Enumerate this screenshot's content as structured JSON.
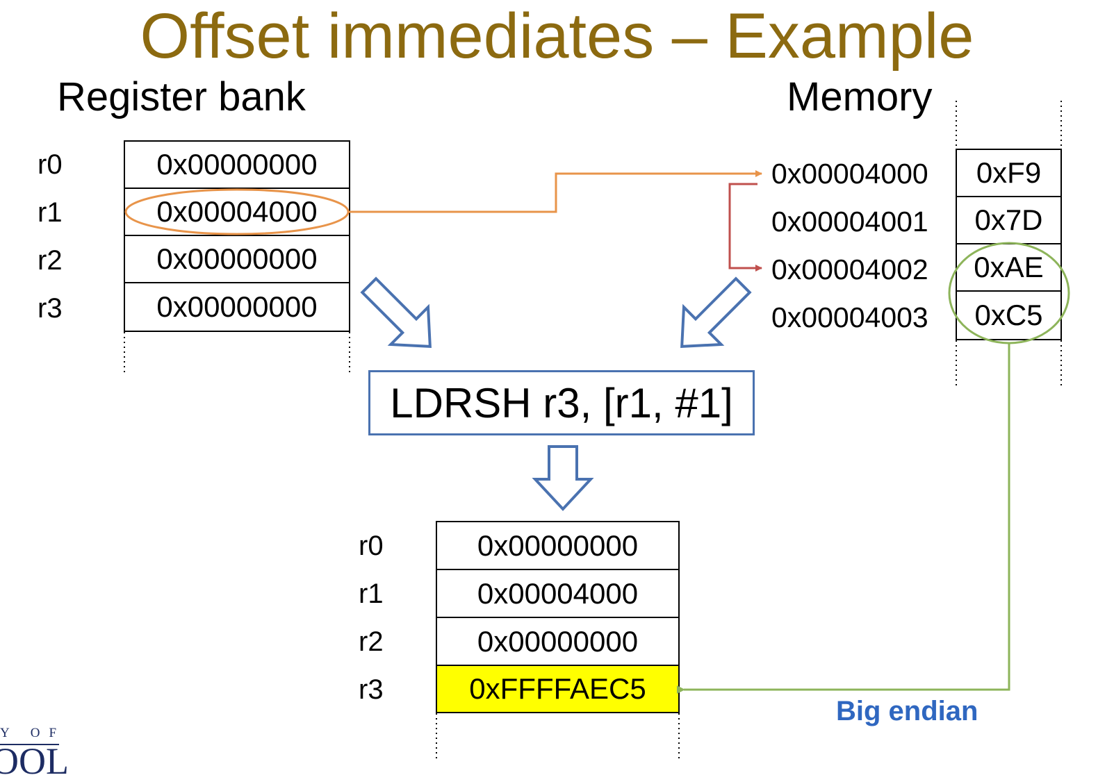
{
  "title": "Offset immediates – Example",
  "register_bank": {
    "heading": "Register bank",
    "rows": [
      {
        "label": "r0",
        "value": "0x00000000"
      },
      {
        "label": "r1",
        "value": "0x00004000"
      },
      {
        "label": "r2",
        "value": "0x00000000"
      },
      {
        "label": "r3",
        "value": "0x00000000"
      }
    ]
  },
  "memory": {
    "heading": "Memory",
    "rows": [
      {
        "address": "0x00004000",
        "value": "0xF9"
      },
      {
        "address": "0x00004001",
        "value": "0x7D"
      },
      {
        "address": "0x00004002",
        "value": "0xAE"
      },
      {
        "address": "0x00004003",
        "value": "0xC5"
      }
    ]
  },
  "instruction": "LDRSH r3, [r1, #1]",
  "result_bank": {
    "rows": [
      {
        "label": "r0",
        "value": "0x00000000"
      },
      {
        "label": "r1",
        "value": "0x00004000"
      },
      {
        "label": "r2",
        "value": "0x00000000"
      },
      {
        "label": "r3",
        "value": "0xFFFFAEC5",
        "highlight": true
      }
    ]
  },
  "note": "Big endian",
  "logo": {
    "line1": "Y OF",
    "line2": "OOL"
  },
  "colors": {
    "title": "#8c6a10",
    "pointer_orange": "#e8944a",
    "offset_red": "#c0504d",
    "arrow_blue": "#4a72b0",
    "result_green": "#8db45a",
    "highlight_yellow": "#ffff00",
    "note_blue": "#2f67c0"
  }
}
